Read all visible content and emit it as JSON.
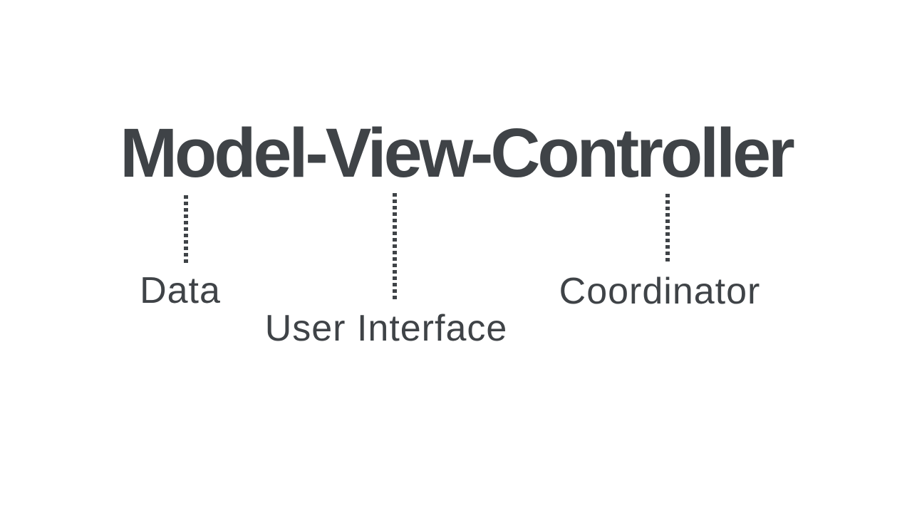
{
  "diagram": {
    "title": "Model-View-Controller",
    "colors": {
      "text": "#3f4347",
      "background": "#ffffff"
    },
    "annotations": [
      {
        "term": "Model",
        "label": "Data"
      },
      {
        "term": "View",
        "label": "User Interface"
      },
      {
        "term": "Controller",
        "label": "Coordinator"
      }
    ]
  }
}
